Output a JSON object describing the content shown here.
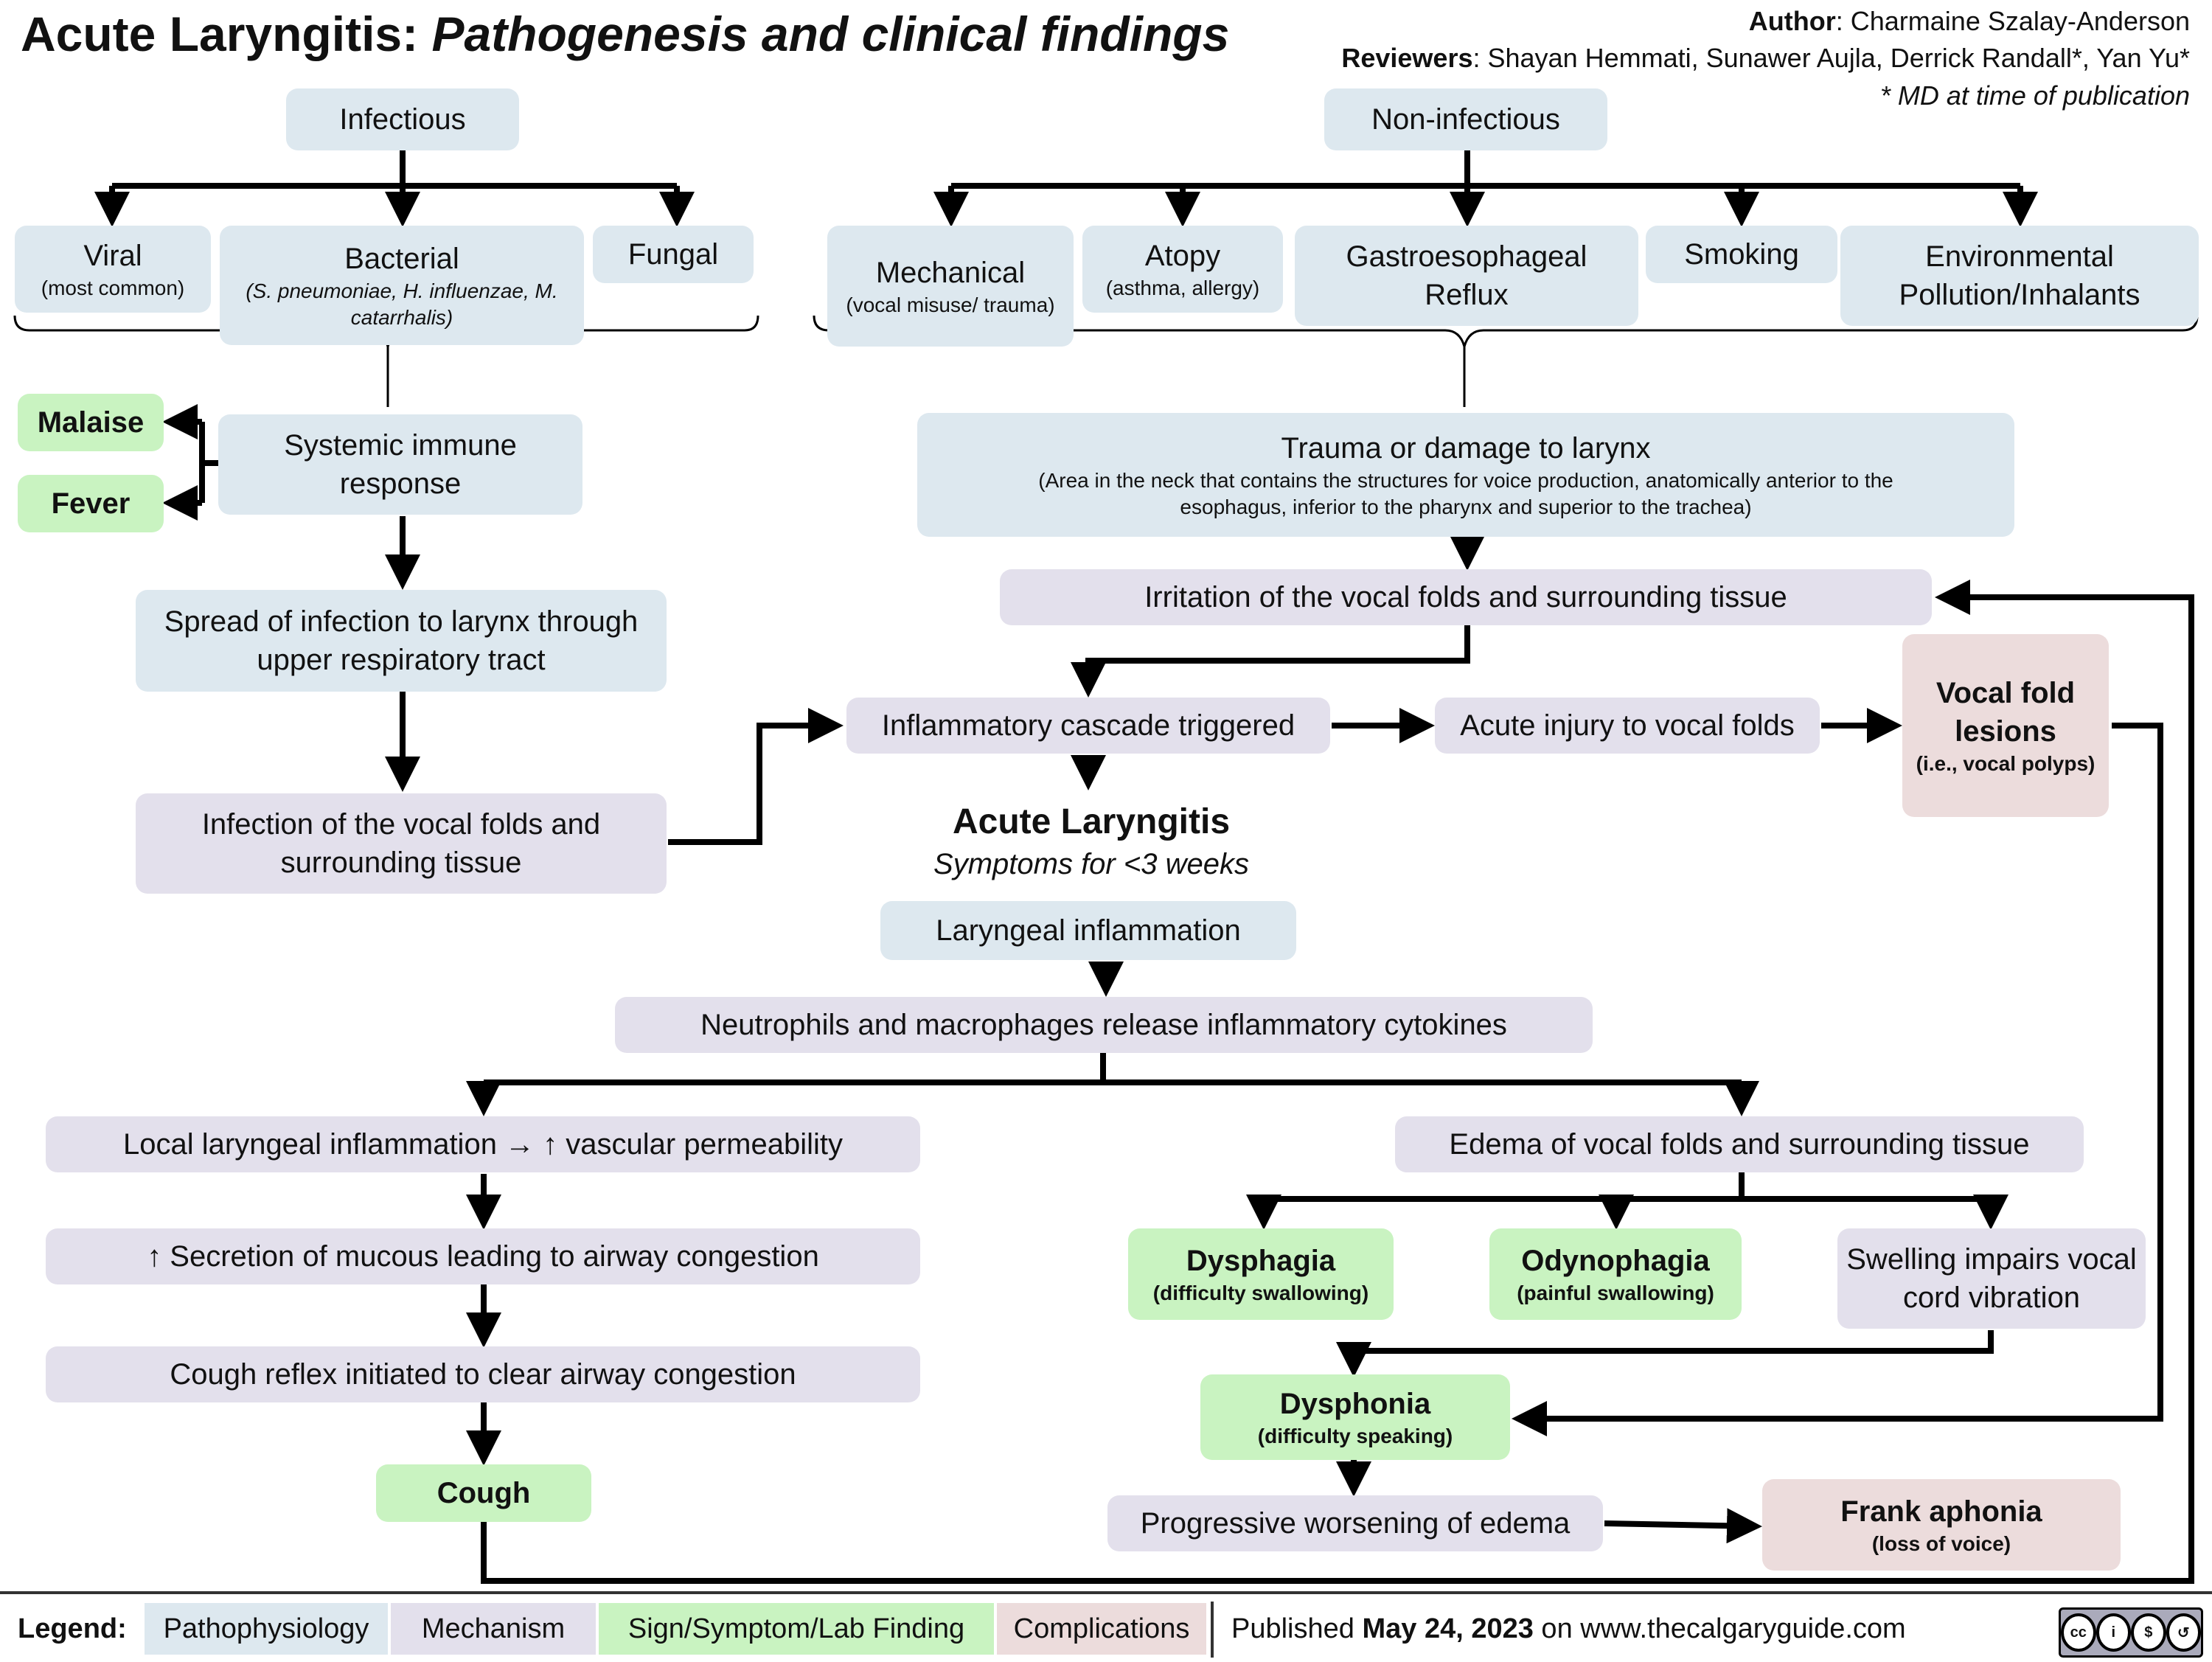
{
  "header": {
    "title_main": "Acute Laryngitis:",
    "title_sub": "Pathogenesis and clinical findings",
    "author_label": "Author",
    "author": ":  Charmaine Szalay-Anderson",
    "reviewers_label": "Reviewers",
    "reviewers": ": Shayan Hemmati, Sunawer Aujla, Derrick Randall*, Yan Yu*",
    "note": "* MD at time of publication"
  },
  "nodes": {
    "infectious": "Infectious",
    "viral": "Viral",
    "viral_sub": "(most common)",
    "bacterial": "Bacterial",
    "bacterial_sub": "(S. pneumoniae, H. influenzae, M. catarrhalis)",
    "fungal": "Fungal",
    "malaise": "Malaise",
    "fever": "Fever",
    "systemic": "Systemic immune response",
    "spread": "Spread of infection to larynx through upper respiratory tract",
    "infection_vf": "Infection of the vocal folds and surrounding tissue",
    "noninfectious": "Non-infectious",
    "mechanical": "Mechanical",
    "mechanical_sub": "(vocal misuse/ trauma)",
    "atopy": "Atopy",
    "atopy_sub": "(asthma, allergy)",
    "gerd": "Gastroesophageal Reflux",
    "smoking": "Smoking",
    "environmental": "Environmental Pollution/Inhalants",
    "trauma": "Trauma or damage to larynx",
    "trauma_sub": "(Area in the neck that contains the structures for voice production, anatomically anterior to the esophagus, inferior to the pharynx and superior to the trachea)",
    "irritation": "Irritation of the vocal folds and surrounding tissue",
    "cascade": "Inflammatory cascade triggered",
    "acute_injury": "Acute injury to vocal folds",
    "lesions": "Vocal fold lesions",
    "lesions_sub": "(i.e., vocal polyps)",
    "acute_title": "Acute Laryngitis",
    "acute_sub": "Symptoms for <3 weeks",
    "laryngeal_inflam": "Laryngeal inflammation",
    "neutrophils": "Neutrophils and macrophages release inflammatory cytokines",
    "local_inflam": "Local laryngeal inflammation → ↑ vascular permeability",
    "secretion": "↑ Secretion of mucous leading to airway congestion",
    "cough_reflex": "Cough reflex initiated to clear airway congestion",
    "cough": "Cough",
    "edema": "Edema of vocal folds and surrounding tissue",
    "dysphagia": "Dysphagia",
    "dysphagia_sub": "(difficulty swallowing)",
    "odynophagia": "Odynophagia",
    "odynophagia_sub": "(painful swallowing)",
    "swelling": "Swelling impairs vocal cord vibration",
    "dysphonia": "Dysphonia",
    "dysphonia_sub": "(difficulty speaking)",
    "progressive": "Progressive worsening of edema",
    "aphonia": "Frank aphonia",
    "aphonia_sub": "(loss of voice)"
  },
  "legend": {
    "label": "Legend:",
    "pathophysiology": "Pathophysiology",
    "mechanism": "Mechanism",
    "sign": "Sign/Symptom/Lab Finding",
    "complications": "Complications",
    "published_prefix": "Published ",
    "published_date": "May 24, 2023",
    "published_suffix": " on www.thecalgaryguide.com"
  },
  "colors": {
    "pathophysiology": "#dde8ef",
    "mechanism": "#e3e0ec",
    "sign": "#c9f3c1",
    "complications": "#ecdcdc"
  }
}
